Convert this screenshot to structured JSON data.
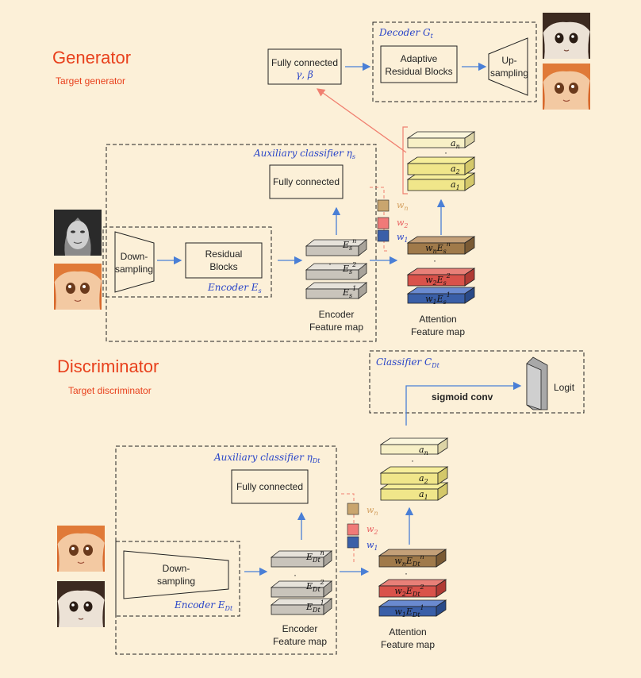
{
  "colors": {
    "background": "#fcf0d8",
    "arrow_blue": "#4a7fd6",
    "arrow_red": "#f08070",
    "title_red": "#e8401c",
    "label_blue": "#2a45c8",
    "gray_map": "#c9c4bb",
    "yellow_map": "#f0e68a",
    "pale_map": "#f7f0c6",
    "brown_map": "#a07a4a",
    "red_map": "#d9524a",
    "blue_map": "#3a5fa8"
  },
  "generator": {
    "title": "Generator",
    "subtitle": "Target generator",
    "decoder_label": "Decoder G",
    "decoder_sub": "t",
    "fc_label": "Fully connected",
    "gamma_beta": "γ, β",
    "adaptive_line1": "Adaptive",
    "adaptive_line2": "Residual Blocks",
    "upsampling_line1": "Up-",
    "upsampling_line2": "sampling",
    "aux_label": "Auxiliary classifier η",
    "aux_sub": "s",
    "aux_fc": "Fully connected",
    "downsampling_line1": "Down-",
    "downsampling_line2": "sampling",
    "residual_line1": "Residual",
    "residual_line2": "Blocks",
    "encoder_label": "Encoder E",
    "encoder_sub": "s",
    "enc_map_line1": "Encoder",
    "enc_map_line2": "Feature map",
    "att_map_line1": "Attention",
    "att_map_line2": "Feature map",
    "enc_layers": [
      "E_s^n",
      "E_s^2",
      "E_s^1"
    ],
    "att_layers": [
      "w_n E_s^n",
      "w_2 E_s^2",
      "w_1 E_s^1"
    ],
    "a_layers": [
      "a_n",
      "a_2",
      "a_1"
    ],
    "weights": [
      "w_n",
      "w_2",
      "w_1"
    ]
  },
  "discriminator": {
    "title": "Discriminator",
    "subtitle": "Target discriminator",
    "classifier_label": "Classifier C",
    "classifier_sub": "Dt",
    "sigmoid_conv": "sigmoid conv",
    "logit": "Logit",
    "aux_label": "Auxiliary classifier η",
    "aux_sub": "Dt",
    "aux_fc": "Fully connected",
    "downsampling_line1": "Down-",
    "downsampling_line2": "sampling",
    "encoder_label": "Encoder E",
    "encoder_sub": "Dt",
    "enc_map_line1": "Encoder",
    "enc_map_line2": "Feature map",
    "att_map_line1": "Attention",
    "att_map_line2": "Feature map",
    "enc_layers": [
      "E_Dt^n",
      "E_Dt^2",
      "E_Dt^1"
    ],
    "att_layers": [
      "w_n E_Dt^n",
      "w_2 E_Dt^2",
      "w_1 E_Dt^1"
    ],
    "a_layers": [
      "a_n",
      "a_2",
      "a_1"
    ],
    "weights": [
      "w_n",
      "w_2",
      "w_1"
    ]
  }
}
